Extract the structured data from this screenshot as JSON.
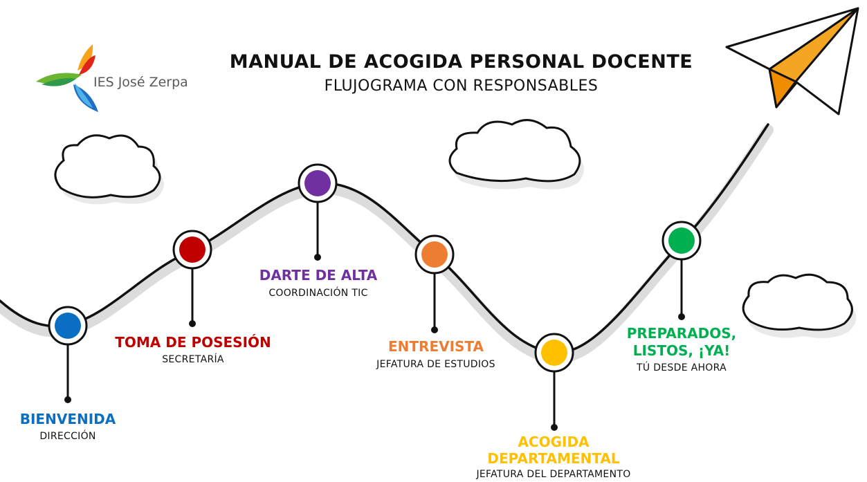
{
  "header": {
    "title": "MANUAL DE ACOGIDA PERSONAL DOCENTE",
    "subtitle": "FLUJOGRAMA CON RESPONSABLES"
  },
  "logo": {
    "text": "IES José Zerpa"
  },
  "steps": [
    {
      "label": "BIENVENIDA",
      "responsible": "DIRECCIÓN",
      "color": "#0a6fc2"
    },
    {
      "label": "TOMA DE POSESIÓN",
      "responsible": "SECRETARÍA",
      "color": "#c00000"
    },
    {
      "label": "DARTE DE ALTA",
      "responsible": "COORDINACIÓN TIC",
      "color": "#7030a0"
    },
    {
      "label": "ENTREVISTA",
      "responsible": "JEFATURA DE ESTUDIOS",
      "color": "#ed7d31"
    },
    {
      "label": "ACOGIDA DEPARTAMENTAL",
      "label_line1": "ACOGIDA",
      "label_line2": "DEPARTAMENTAL",
      "responsible": "JEFATURA DEL DEPARTAMENTO",
      "color": "#ffc000"
    },
    {
      "label": "PREPARADOS, LISTOS, ¡YA!",
      "label_line1": "PREPARADOS,",
      "label_line2": "LISTOS, ¡YA!",
      "responsible": "TÚ DESDE AHORA",
      "color": "#00b050"
    }
  ]
}
